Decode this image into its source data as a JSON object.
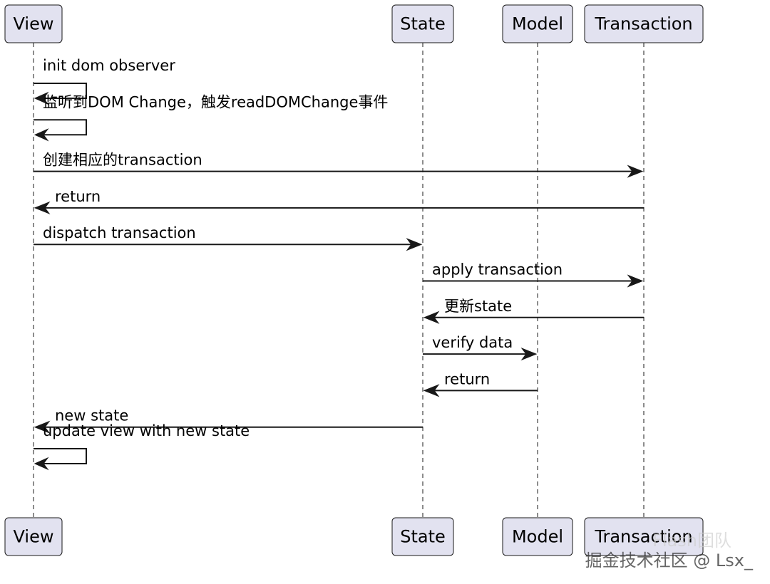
{
  "participants": [
    {
      "id": "view",
      "label": "View"
    },
    {
      "id": "state",
      "label": "State"
    },
    {
      "id": "model",
      "label": "Model"
    },
    {
      "id": "transaction",
      "label": "Transaction"
    }
  ],
  "messages": [
    {
      "from": "view",
      "to": "view",
      "label": "init dom observer"
    },
    {
      "from": "view",
      "to": "view",
      "label": "监听到DOM Change，触发readDOMChange事件"
    },
    {
      "from": "view",
      "to": "transaction",
      "label": "创建相应的transaction"
    },
    {
      "from": "transaction",
      "to": "view",
      "label": "return"
    },
    {
      "from": "view",
      "to": "state",
      "label": "dispatch transaction"
    },
    {
      "from": "state",
      "to": "transaction",
      "label": "apply transaction"
    },
    {
      "from": "transaction",
      "to": "state",
      "label": "更新state"
    },
    {
      "from": "state",
      "to": "model",
      "label": "verify data"
    },
    {
      "from": "model",
      "to": "state",
      "label": "return"
    },
    {
      "from": "state",
      "to": "view",
      "label": "new state"
    },
    {
      "from": "view",
      "to": "view",
      "label": "update view with new state"
    }
  ],
  "watermark": {
    "text": "掘金技术社区 @ Lsx_",
    "subtext": "Flash团队"
  }
}
